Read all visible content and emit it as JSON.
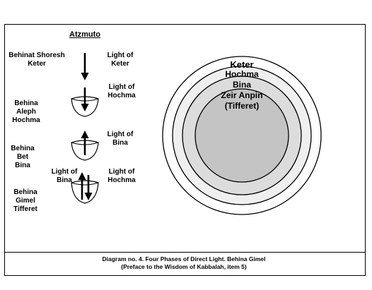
{
  "left": {
    "top_title": "Atzmuto",
    "phases": [
      {
        "name_line1": "Behinat Shoresh",
        "name_line2": "Keter",
        "light_line1": "Light of",
        "light_line2": "Keter"
      },
      {
        "name_line1": "Behina Aleph",
        "name_line2": "Hochma",
        "light_line1": "Light of",
        "light_line2": "Hochma"
      },
      {
        "name_line1": "Behina Bet",
        "name_line2": "Bina",
        "light_line1": "Light of",
        "light_line2": "Bina"
      },
      {
        "name_line1": "Behina Gimel",
        "name_line2": "Tifferet",
        "light_line1": "Light of",
        "light_line2": "Hochma",
        "extra_line1": "Light of",
        "extra_line2": "Bina"
      }
    ]
  },
  "circles": {
    "keter": "Keter",
    "hochma": "Hochma",
    "bina": "Bina",
    "zeir_line1": "Zeir Anpin",
    "zeir_line2": "(Tifferet)",
    "colors": {
      "outer": "#ffffff",
      "hochma": "#efefef",
      "bina": "#dcdcdc",
      "zeir": "#c4c4c4"
    }
  },
  "caption": {
    "line1": "Diagram no. 4. Four Phases of Direct Light. Behina Gimel",
    "line2": "(Preface to the Wisdom of Kabbalah, item 5)"
  }
}
